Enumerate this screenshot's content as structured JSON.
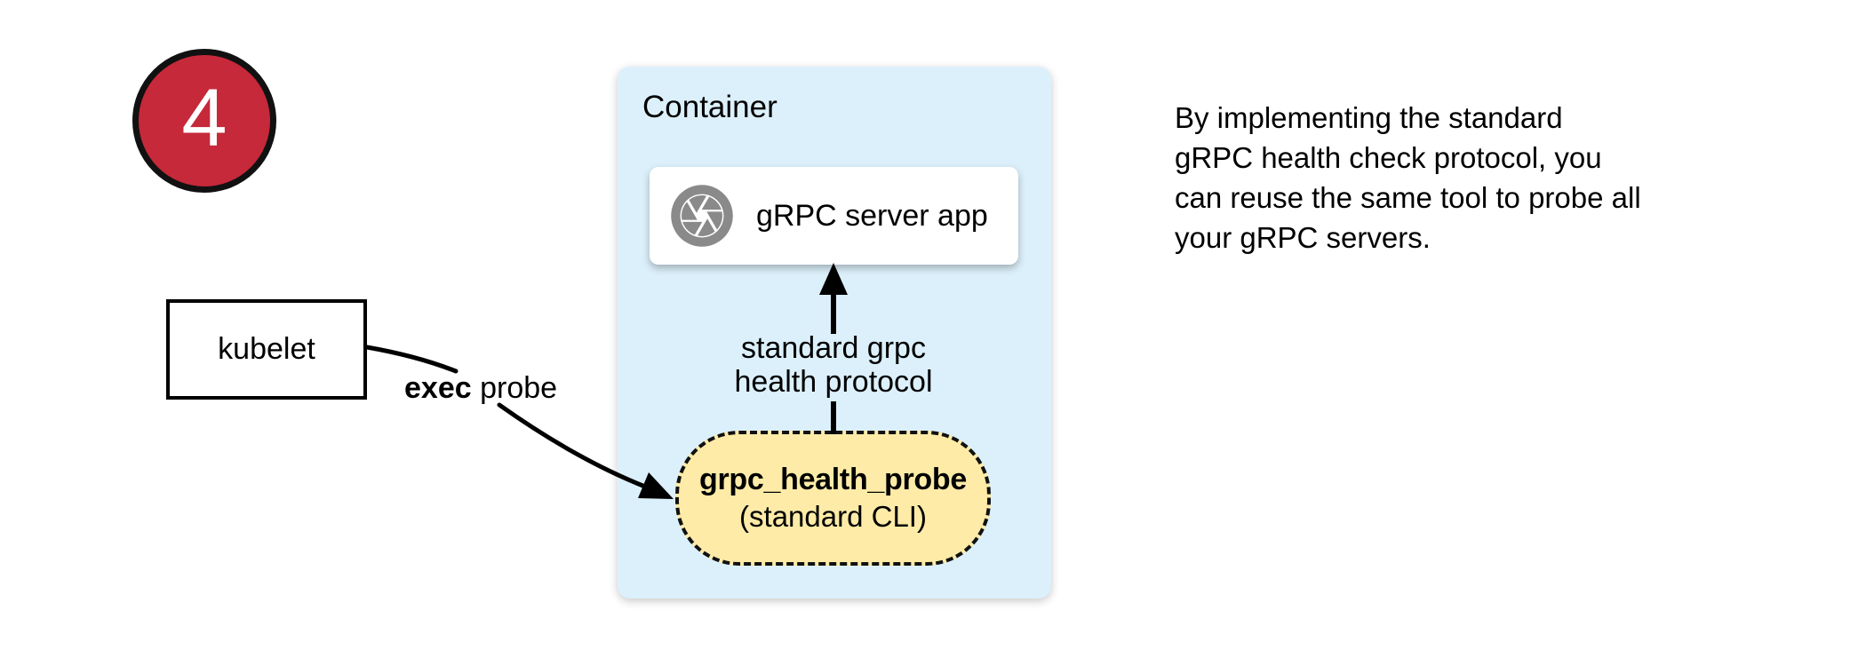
{
  "diagram": {
    "step_badge": {
      "number": "4",
      "fill": "#C5293A",
      "border_color": "#111111",
      "number_color": "#ffffff"
    },
    "kubelet": {
      "label": "kubelet"
    },
    "exec_arrow": {
      "label_bold": "exec",
      "label_rest": " probe"
    },
    "container": {
      "title": "Container",
      "fill": "#DCF0FB",
      "server_app": {
        "label": "gRPC server app",
        "icon": "grpc-shutter-icon",
        "icon_color": "#8A8A8A"
      },
      "health_arrow": {
        "label": "standard grpc\nhealth protocol"
      },
      "probe_pill": {
        "title": "grpc_health_probe",
        "subtitle": "(standard CLI)",
        "fill": "#FDEBA7"
      }
    },
    "caption": "By implementing the standard\ngRPC health check protocol, you\ncan reuse the same tool to probe all\nyour gRPC servers."
  }
}
